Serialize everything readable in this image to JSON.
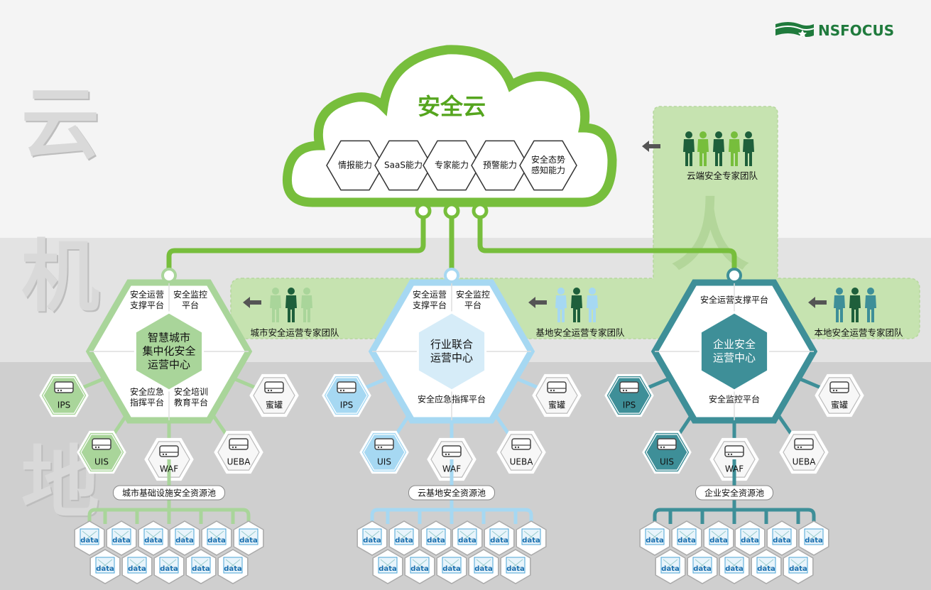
{
  "logo": {
    "text": "NSFOCUS"
  },
  "side_labels": [
    "云",
    "人",
    "机",
    "地"
  ],
  "cloud": {
    "title": "安全云",
    "capabilities": [
      "情报能力",
      "SaaS能力",
      "专家能力",
      "预警能力",
      "安全态势\n感知能力"
    ]
  },
  "cloud_team": "云端安全专家团队",
  "groups": [
    {
      "name": "smart-city",
      "core": "智慧城市\n集中化安全\n运营中心",
      "platforms": [
        "安全运营\n支撑平台",
        "安全监控\n平台",
        "安全应急\n指挥平台",
        "安全培训\n教育平台"
      ],
      "team": "城市安全运营专家团队",
      "pool": "城市基础设施安全资源池",
      "devices": [
        "IPS",
        "UIS",
        "WAF",
        "UEBA",
        "蜜罐"
      ],
      "color": "#a9d59a"
    },
    {
      "name": "industry",
      "core": "行业联合\n运营中心",
      "platforms": [
        "安全运营\n支撑平台",
        "安全监控\n平台",
        "安全应急指挥平台"
      ],
      "team": "基地安全运营专家团队",
      "pool": "云基地安全资源池",
      "devices": [
        "IPS",
        "UIS",
        "WAF",
        "UEBA",
        "蜜罐"
      ],
      "color": "#a6d8f2"
    },
    {
      "name": "enterprise",
      "core": "企业安全\n运营中心",
      "platforms": [
        "安全运营支撑平台",
        "安全监控平台"
      ],
      "team": "本地安全运营专家团队",
      "pool": "企业安全资源池",
      "devices": [
        "IPS",
        "UIS",
        "WAF",
        "UEBA",
        "蜜罐"
      ],
      "color": "#3e8f98"
    }
  ],
  "data_icon_label": "data",
  "colors": {
    "green": "#77be3c",
    "light_green": "#a9d59a",
    "light_blue": "#a6d8f2",
    "teal": "#3e8f98",
    "band": "#c9dfb8"
  }
}
